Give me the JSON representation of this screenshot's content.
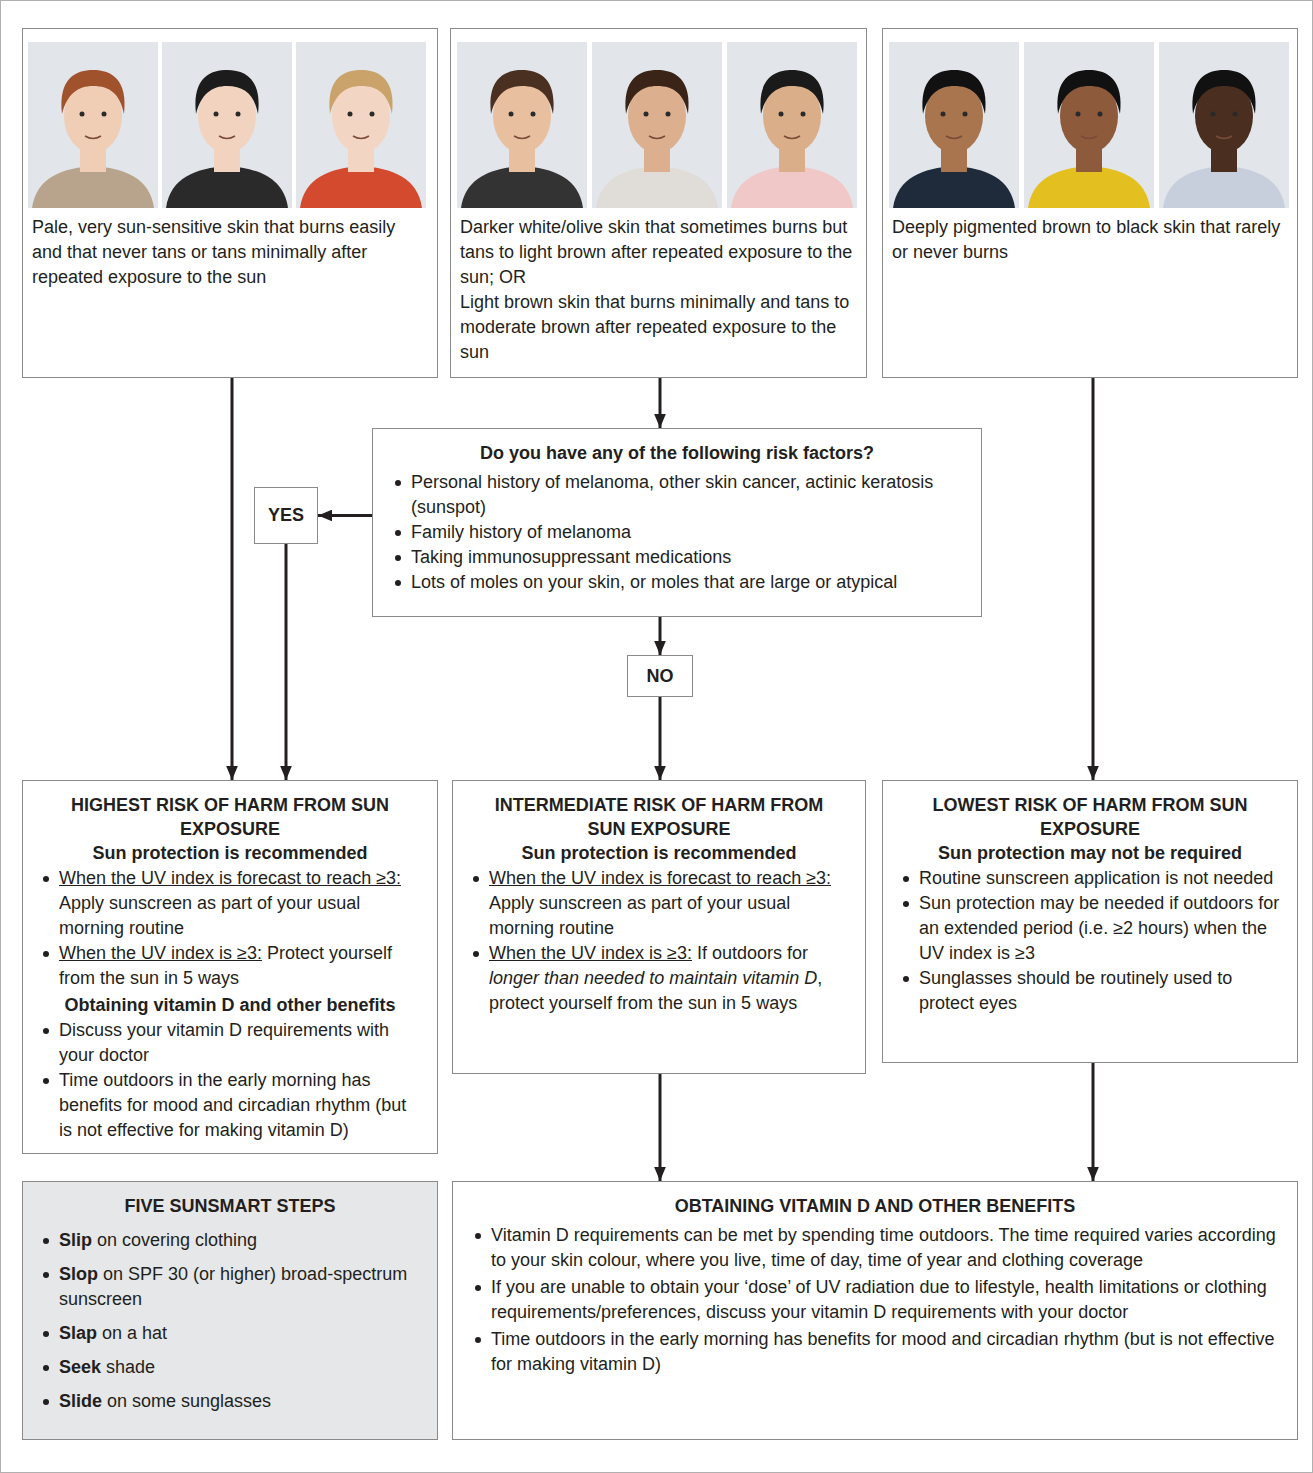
{
  "diagram": {
    "nodes": [
      {
        "text": [
          "Pale, very sun-sensitive skin that burns easily and that never tans or tans minimally after repeated exposure to the sun"
        ]
      },
      {
        "text": [
          "Darker white/olive skin that sometimes burns but tans to light brown after repeated exposure to the sun; OR",
          "Light brown skin that burns minimally and tans to moderate brown after repeated exposure to the sun"
        ]
      },
      {
        "text": [
          "Deeply pigmented brown to black skin that rarely or never burns"
        ]
      },
      {
        "text": [
          "Do you have any of the following risk factors?",
          "Personal history of melanoma, other skin cancer, actinic keratosis (sunspot)",
          "Family history of melanoma",
          "Taking immunosuppressant medications",
          "Lots of moles on your skin, or moles that are large or atypical"
        ]
      },
      {
        "text": [
          "YES"
        ]
      },
      {
        "text": [
          "NO"
        ]
      },
      {
        "text": [
          "HIGHEST RISK OF HARM FROM SUN EXPOSURE",
          "Sun protection is recommended",
          "When the UV index is forecast to reach ≥3:",
          "Apply sunscreen as part of your usual morning routine",
          "When the UV index is ≥3:",
          "Protect yourself from the sun in 5 ways",
          "Obtaining vitamin D and other benefits",
          "Discuss your vitamin D requirements with your doctor",
          "Time outdoors in the early morning has benefits for mood and circadian rhythm (but is not effective for making vitamin D)"
        ]
      },
      {
        "text": [
          "INTERMEDIATE RISK OF HARM FROM SUN EXPOSURE",
          "Sun protection is recommended",
          "When the UV index is forecast to reach ≥3:",
          "Apply sunscreen as part of your usual morning routine",
          "When the UV index is ≥3:",
          "If outdoors for",
          "longer than needed to maintain vitamin D",
          ", protect yourself from the sun in 5 ways"
        ]
      },
      {
        "text": [
          "LOWEST RISK OF HARM FROM SUN EXPOSURE",
          "Sun protection may not be required",
          "Routine sunscreen application is not needed",
          "Sun protection may be needed if outdoors for an extended period (i.e. ≥2 hours) when the UV index is ≥3",
          "Sunglasses should be routinely used to protect eyes"
        ]
      },
      {
        "text": [
          "FIVE SUNSMART STEPS",
          "Slip",
          "on covering clothing",
          "Slop",
          "on SPF 30 (or higher) broad-spectrum sunscreen",
          "Slap",
          "on a hat",
          "Seek",
          "shade",
          "Slide",
          "on some sunglasses"
        ]
      },
      {
        "text": [
          "OBTAINING VITAMIN D AND OTHER BENEFITS",
          "Vitamin D requirements can be met by spending time outdoors. The time required varies according to your skin colour, where you live, time of day, time of year and clothing coverage",
          "If you are unable to obtain your ‘dose’ of UV radiation due to lifestyle, health limitations or clothing requirements/preferences, discuss your vitamin D requirements with your doctor",
          "Time outdoors in the early morning has benefits for mood and circadian rhythm (but is not effective for making vitamin D)"
        ]
      }
    ],
    "edges": [
      {
        "from": 0,
        "to": 6,
        "arrow": "to"
      },
      {
        "from": 1,
        "to": 3,
        "arrow": "to"
      },
      {
        "from": 3,
        "to": 4,
        "arrow": "to"
      },
      {
        "from": 4,
        "to": 6,
        "arrow": "to"
      },
      {
        "from": 3,
        "to": 5,
        "arrow": "to"
      },
      {
        "from": 5,
        "to": 7,
        "arrow": "to"
      },
      {
        "from": 2,
        "to": 8,
        "arrow": "to"
      },
      {
        "from": 7,
        "to": 10,
        "arrow": "to"
      },
      {
        "from": 8,
        "to": 10,
        "arrow": "to"
      }
    ]
  }
}
